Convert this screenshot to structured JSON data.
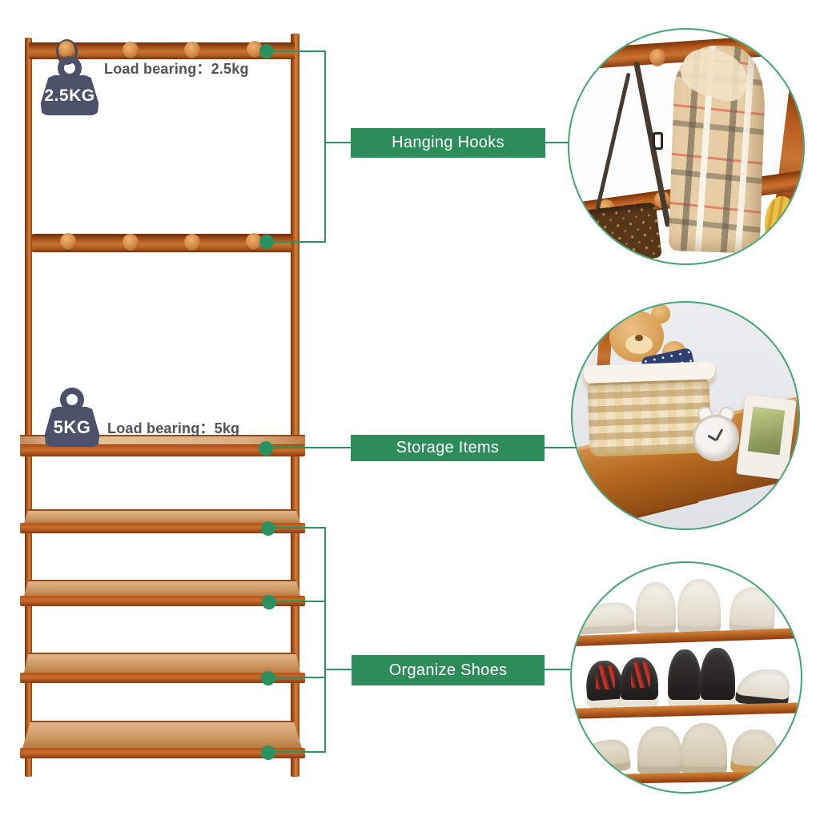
{
  "image": {
    "kind": "furniture-product-infographic",
    "background": "#ffffff"
  },
  "colors": {
    "label_green": "#2e8b5a",
    "line_green": "#2c9160",
    "circle_border_green": "#45a374",
    "wood_dark": "#8a3a10",
    "wood_mid": "#c26524",
    "wood_light": "#e2bd92",
    "peg_orange": "#d08746",
    "weight_slate": "#4c5069",
    "text_gray": "#515156"
  },
  "annotations": {
    "hanging": {
      "label": "Hanging Hooks",
      "load_bearing_text": "Load bearing：2.5kg",
      "weight_badge": "2.5KG"
    },
    "storage": {
      "label": "Storage Items",
      "load_bearing_text": "Load bearing：5kg",
      "weight_badge": "5KG"
    },
    "shoes": {
      "label": "Organize Shoes"
    }
  },
  "icons": {
    "weight": "weight-icon (kettlebell silhouette, CSS shape)",
    "connector_dot": "green-dot-marker (CSS circle)"
  }
}
